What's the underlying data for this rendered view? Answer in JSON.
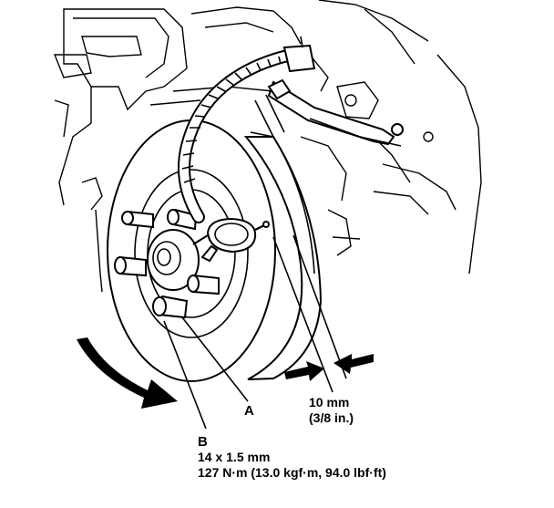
{
  "callouts": {
    "a": {
      "letter": "A"
    },
    "b": {
      "letter": "B",
      "size": "14 x 1.5 mm",
      "torque": "127 N·m (13.0 kgf·m, 94.0 lbf·ft)"
    }
  },
  "measurement": {
    "metric": "10 mm",
    "imperial": "(3/8 in.)"
  },
  "icons": [
    "rotation-arrow-icon",
    "pointer-arrow-icon"
  ],
  "colors": {
    "ink": "#000000",
    "paper": "#ffffff"
  }
}
